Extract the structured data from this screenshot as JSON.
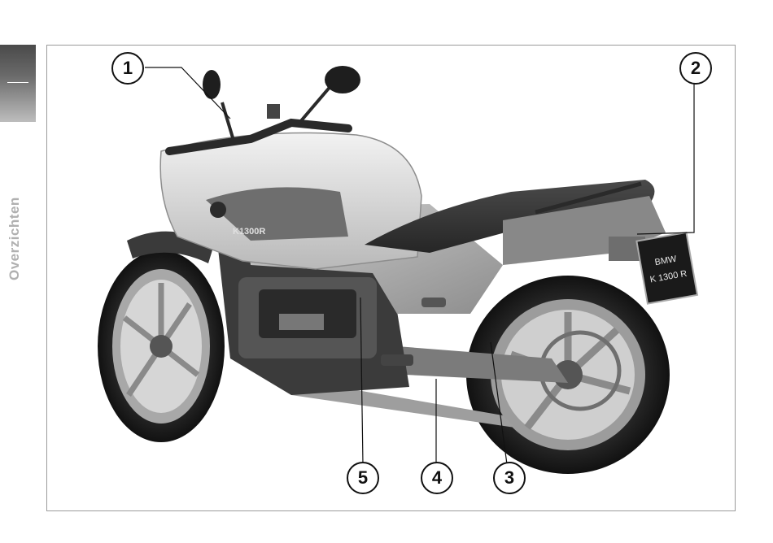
{
  "sidebar": {
    "section_label": "Overzichten"
  },
  "figure": {
    "plate_line1": "BMW",
    "plate_line2": "K 1300 R",
    "side_badge": "K1300R",
    "callouts": [
      "1",
      "2",
      "3",
      "4",
      "5"
    ]
  }
}
